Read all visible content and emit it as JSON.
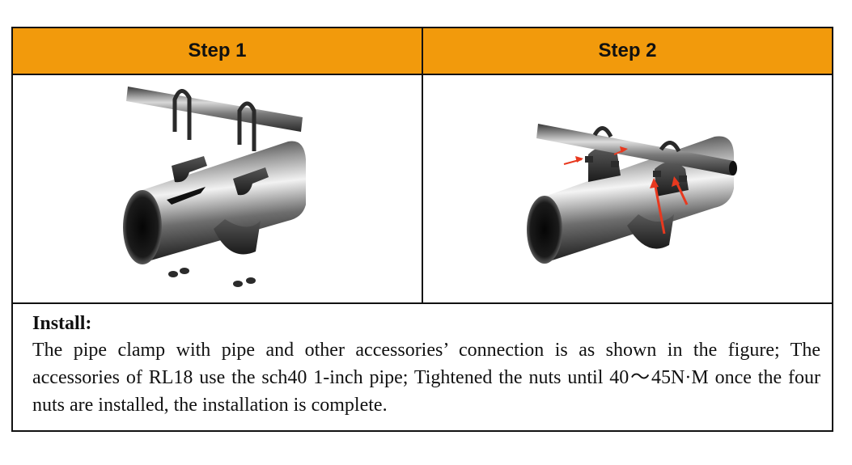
{
  "table": {
    "step1_header": "Step 1",
    "step2_header": "Step 2"
  },
  "figures": {
    "step1": "pipe-clamp-parts-exploded",
    "step2": "pipe-clamp-assembled-with-arrows",
    "arrow_color": "#e8391f"
  },
  "install": {
    "title": "Install:",
    "body": "The pipe clamp with pipe and other accessories’ connection is as shown in the figure; The accessories of RL18 use the sch40 1-inch pipe; Tightened the nuts until 40～45N·M once the four nuts are installed, the installation is complete."
  },
  "colors": {
    "header_bg": "#f29a0c",
    "border": "#111111"
  }
}
